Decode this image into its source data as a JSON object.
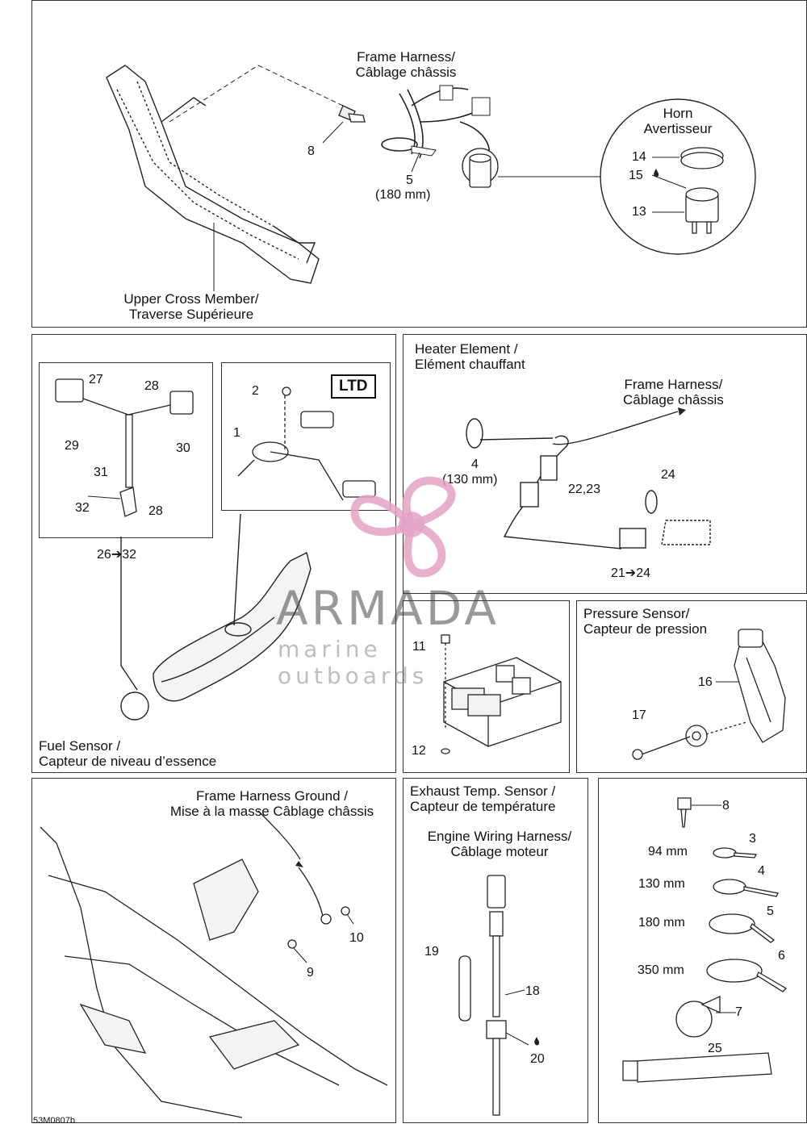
{
  "panels": {
    "top": {
      "frame_harness": [
        "Frame Harness/",
        "Câblage châssis"
      ],
      "horn": [
        "Horn",
        "Avertisseur"
      ],
      "upper_cross": [
        "Upper Cross Member/",
        "Traverse Supérieure"
      ],
      "callouts": {
        "p8": "8",
        "p5": "5",
        "p5_size": "(180 mm)",
        "p14": "14",
        "p15": "15",
        "p13": "13"
      }
    },
    "fuel": {
      "title": [
        "Fuel Sensor /",
        "Capteur de niveau d’essence"
      ],
      "ltd": "LTD",
      "callouts": {
        "p27": "27",
        "p28a": "28",
        "p29": "29",
        "p30": "30",
        "p31": "31",
        "p32": "32",
        "p28b": "28",
        "p2": "2",
        "p1": "1",
        "range": "26➔32"
      }
    },
    "heater": {
      "title": [
        "Heater Element /",
        "Elément chauffant"
      ],
      "frame_harness": [
        "Frame Harness/",
        "Câblage châssis"
      ],
      "callouts": {
        "p4": "4",
        "p4_size": "(130 mm)",
        "p2223": "22,23",
        "p24": "24",
        "range": "21➔24"
      }
    },
    "fusebox": {
      "callouts": {
        "p11": "11",
        "p12": "12"
      }
    },
    "pressure": {
      "title": [
        "Pressure Sensor/",
        "Capteur de pression"
      ],
      "callouts": {
        "p16": "16",
        "p17": "17"
      }
    },
    "ground": {
      "title": [
        "Frame Harness Ground /",
        "Mise à la masse Câblage châssis"
      ],
      "callouts": {
        "p10": "10",
        "p9": "9"
      }
    },
    "exhaust": {
      "title": [
        "Exhaust Temp. Sensor /",
        "Capteur de température"
      ],
      "engine": [
        "Engine Wiring Harness/",
        "Câblage moteur"
      ],
      "callouts": {
        "p19": "19",
        "p18": "18",
        "p20": "20"
      }
    },
    "ties": {
      "callouts": {
        "p8": "8",
        "p3": "3",
        "s94": "94 mm",
        "p4": "4",
        "s130": "130 mm",
        "p5": "5",
        "s180": "180 mm",
        "p6": "6",
        "s350": "350 mm",
        "p7": "7",
        "p25": "25"
      }
    }
  },
  "watermark": {
    "brand": "ARMADA",
    "tagline": "marine outboards",
    "color": "#e4a3c4"
  },
  "diagram_code": "53M0807b"
}
